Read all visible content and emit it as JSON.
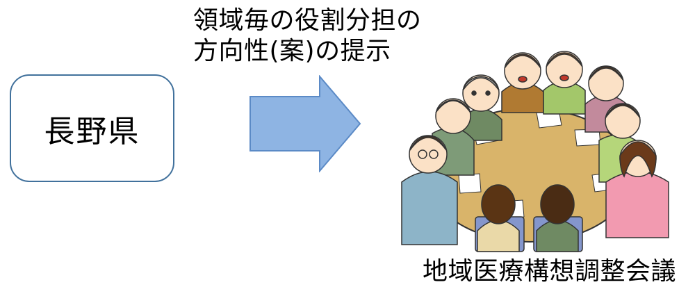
{
  "source": {
    "label": "長野県"
  },
  "caption": {
    "line1": "領域毎の役割分担の",
    "line2": "方向性(案)の提示"
  },
  "meeting": {
    "label": "地域医療構想調整会議"
  },
  "colors": {
    "box_border": "#41719c",
    "arrow_fill": "#8eb4e3",
    "arrow_stroke": "#5b8ac6",
    "table_fill": "#d9b46a"
  }
}
